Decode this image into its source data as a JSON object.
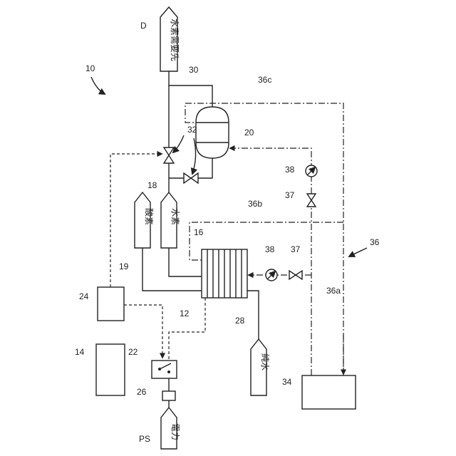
{
  "figure": {
    "system_ref": "10",
    "refs": {
      "power_source": "PS",
      "demand": "D",
      "line_12": "12",
      "controller_14": "14",
      "stack_16": "16",
      "hydrogen_line_18": "18",
      "oxygen_line_19": "19",
      "tank_20": "20",
      "switch_22": "22",
      "controller_24": "24",
      "meter_26": "26",
      "water_line_28": "28",
      "supply_line_30": "30",
      "valves_32": "32",
      "box_34": "34",
      "cooling_36": "36",
      "cooling_36a": "36a",
      "cooling_36b": "36b",
      "cooling_36c": "36c",
      "valve_37_upper": "37",
      "valve_37_lower": "37",
      "gauge_38_upper": "38",
      "gauge_38_lower": "38"
    },
    "terminals": {
      "demand": "水素需要先",
      "hydrogen": "水素",
      "oxygen": "酸素",
      "pure_water": "純水",
      "power": "電力"
    }
  }
}
